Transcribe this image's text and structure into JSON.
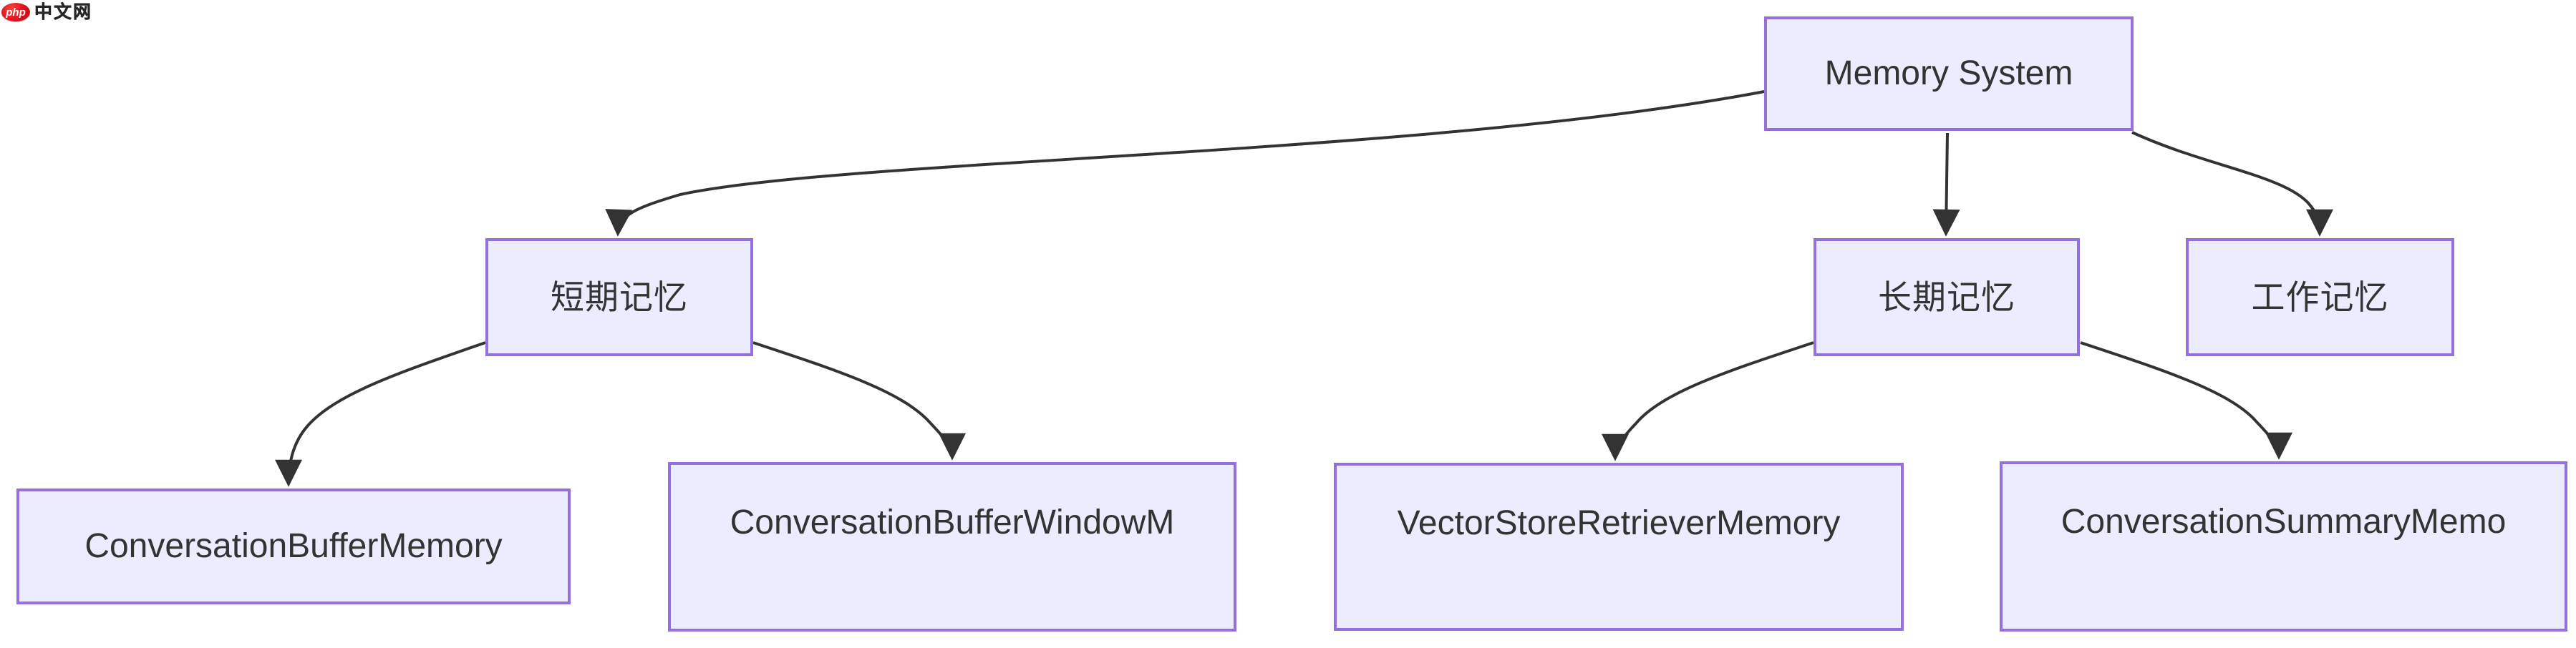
{
  "logo": {
    "badge": "php",
    "text": "中文网"
  },
  "colors": {
    "node_fill": "#ECECFF",
    "node_border": "#9370DB",
    "edge": "#333333",
    "text": "#333333",
    "logo_red": "#E01020",
    "background": "#FFFFFF"
  },
  "diagram": {
    "type": "flowchart-top-down",
    "nodes": {
      "root": {
        "label": "Memory System"
      },
      "short_term": {
        "label": "短期记忆"
      },
      "long_term": {
        "label": "长期记忆"
      },
      "working": {
        "label": "工作记忆"
      },
      "conv_buffer": {
        "label": "ConversationBufferMemory"
      },
      "conv_buffer_window": {
        "label": "ConversationBufferWindowM"
      },
      "vector_store_retriever": {
        "label": "VectorStoreRetrieverMemory"
      },
      "conv_summary": {
        "label": "ConversationSummaryMemo"
      }
    },
    "edges": [
      {
        "from": "Memory System",
        "to": "短期记忆"
      },
      {
        "from": "Memory System",
        "to": "长期记忆"
      },
      {
        "from": "Memory System",
        "to": "工作记忆"
      },
      {
        "from": "短期记忆",
        "to": "ConversationBufferMemory"
      },
      {
        "from": "短期记忆",
        "to": "ConversationBufferWindowM"
      },
      {
        "from": "长期记忆",
        "to": "VectorStoreRetrieverMemory"
      },
      {
        "from": "长期记忆",
        "to": "ConversationSummaryMemo"
      }
    ]
  }
}
